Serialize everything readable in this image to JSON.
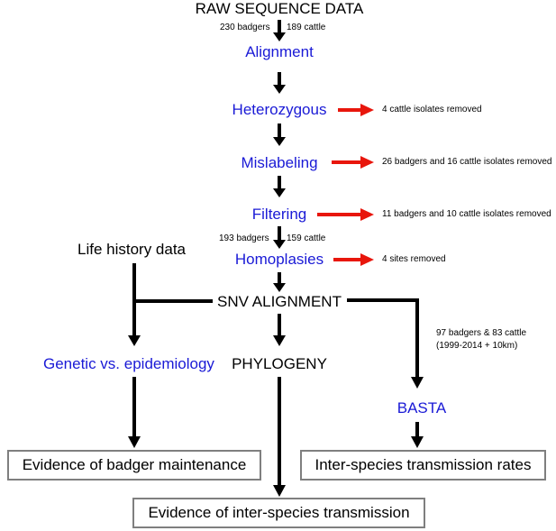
{
  "title": "RAW SEQUENCE DATA",
  "input_counts": {
    "badgers": "230 badgers",
    "cattle": "189 cattle"
  },
  "steps": {
    "alignment": "Alignment",
    "heterozygous": "Heterozygous",
    "mislabeling": "Mislabeling",
    "filtering": "Filtering",
    "homoplasies": "Homoplasies"
  },
  "removals": {
    "heterozygous": "4 cattle isolates removed",
    "mislabeling": "26 badgers and 16 cattle isolates removed",
    "filtering": "11 badgers and 10 cattle isolates removed",
    "homoplasies": "4 sites removed"
  },
  "filtered_counts": {
    "badgers": "193 badgers",
    "cattle": "159 cattle"
  },
  "life_history": "Life history data",
  "snv_alignment": "SNV ALIGNMENT",
  "phylogeny": "PHYLOGENY",
  "genetic_vs_epi": "Genetic vs. epidemiology",
  "subset_note": {
    "line1": "97 badgers & 83 cattle",
    "line2": "(1999-2014 + 10km)"
  },
  "basta": "BASTA",
  "outcomes": {
    "badger_maintenance": "Evidence of badger maintenance",
    "interspecies_rates": "Inter-species transmission rates",
    "interspecies_transmission": "Evidence of inter-species transmission"
  },
  "colors": {
    "step_text": "#1a1ad6",
    "removal_arrow": "#e8160c",
    "flow_arrow": "#000000",
    "box_border": "#7f7f7f"
  }
}
